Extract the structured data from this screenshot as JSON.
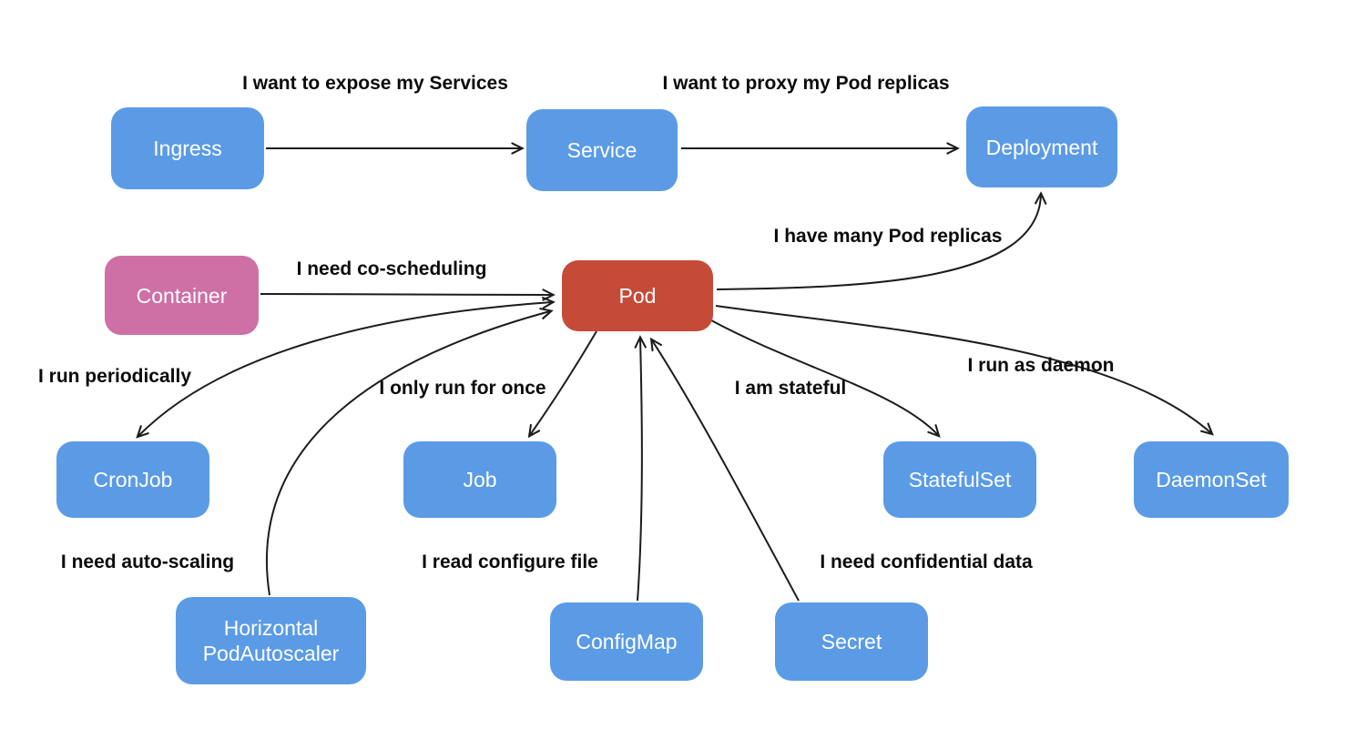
{
  "diagram": {
    "colors": {
      "arrow": "#1c1c1c",
      "label_text": "#0b0b0b",
      "node_text": "#ffffff",
      "blue": "#5b9be6",
      "pink": "#ce6fa6",
      "red": "#c54a38"
    },
    "nodes": {
      "ingress": {
        "label": "Ingress",
        "color": "#5b9be6"
      },
      "service": {
        "label": "Service",
        "color": "#5b9be6"
      },
      "deployment": {
        "label": "Deployment",
        "color": "#5b9be6"
      },
      "container": {
        "label": "Container",
        "color": "#ce6fa6"
      },
      "pod": {
        "label": "Pod",
        "color": "#c54a38"
      },
      "cronjob": {
        "label": "CronJob",
        "color": "#5b9be6"
      },
      "job": {
        "label": "Job",
        "color": "#5b9be6"
      },
      "statefulset": {
        "label": "StatefulSet",
        "color": "#5b9be6"
      },
      "daemonset": {
        "label": "DaemonSet",
        "color": "#5b9be6"
      },
      "hpa": {
        "label": "Horizontal PodAutoscaler",
        "color": "#5b9be6"
      },
      "configmap": {
        "label": "ConfigMap",
        "color": "#5b9be6"
      },
      "secret": {
        "label": "Secret",
        "color": "#5b9be6"
      }
    },
    "edges": [
      {
        "from": "Ingress",
        "to": "Service",
        "label": "I want to expose my Services"
      },
      {
        "from": "Service",
        "to": "Deployment",
        "label": "I want to proxy my Pod replicas"
      },
      {
        "from": "Container",
        "to": "Pod",
        "label": "I need co-scheduling"
      },
      {
        "from": "Pod",
        "to": "Deployment",
        "label": "I have many Pod replicas"
      },
      {
        "from": "Pod",
        "to": "CronJob",
        "label": "I run periodically",
        "bidirectional": true
      },
      {
        "from": "Pod",
        "to": "Job",
        "label": "I only run for once"
      },
      {
        "from": "Pod",
        "to": "StatefulSet",
        "label": "I am stateful"
      },
      {
        "from": "Pod",
        "to": "DaemonSet",
        "label": "I run as daemon"
      },
      {
        "from": "HorizontalPodAutoscaler",
        "to": "Pod",
        "label": "I need auto-scaling"
      },
      {
        "from": "ConfigMap",
        "to": "Pod",
        "label": "I read configure file"
      },
      {
        "from": "Secret",
        "to": "Pod",
        "label": "I need confidential data"
      }
    ]
  }
}
